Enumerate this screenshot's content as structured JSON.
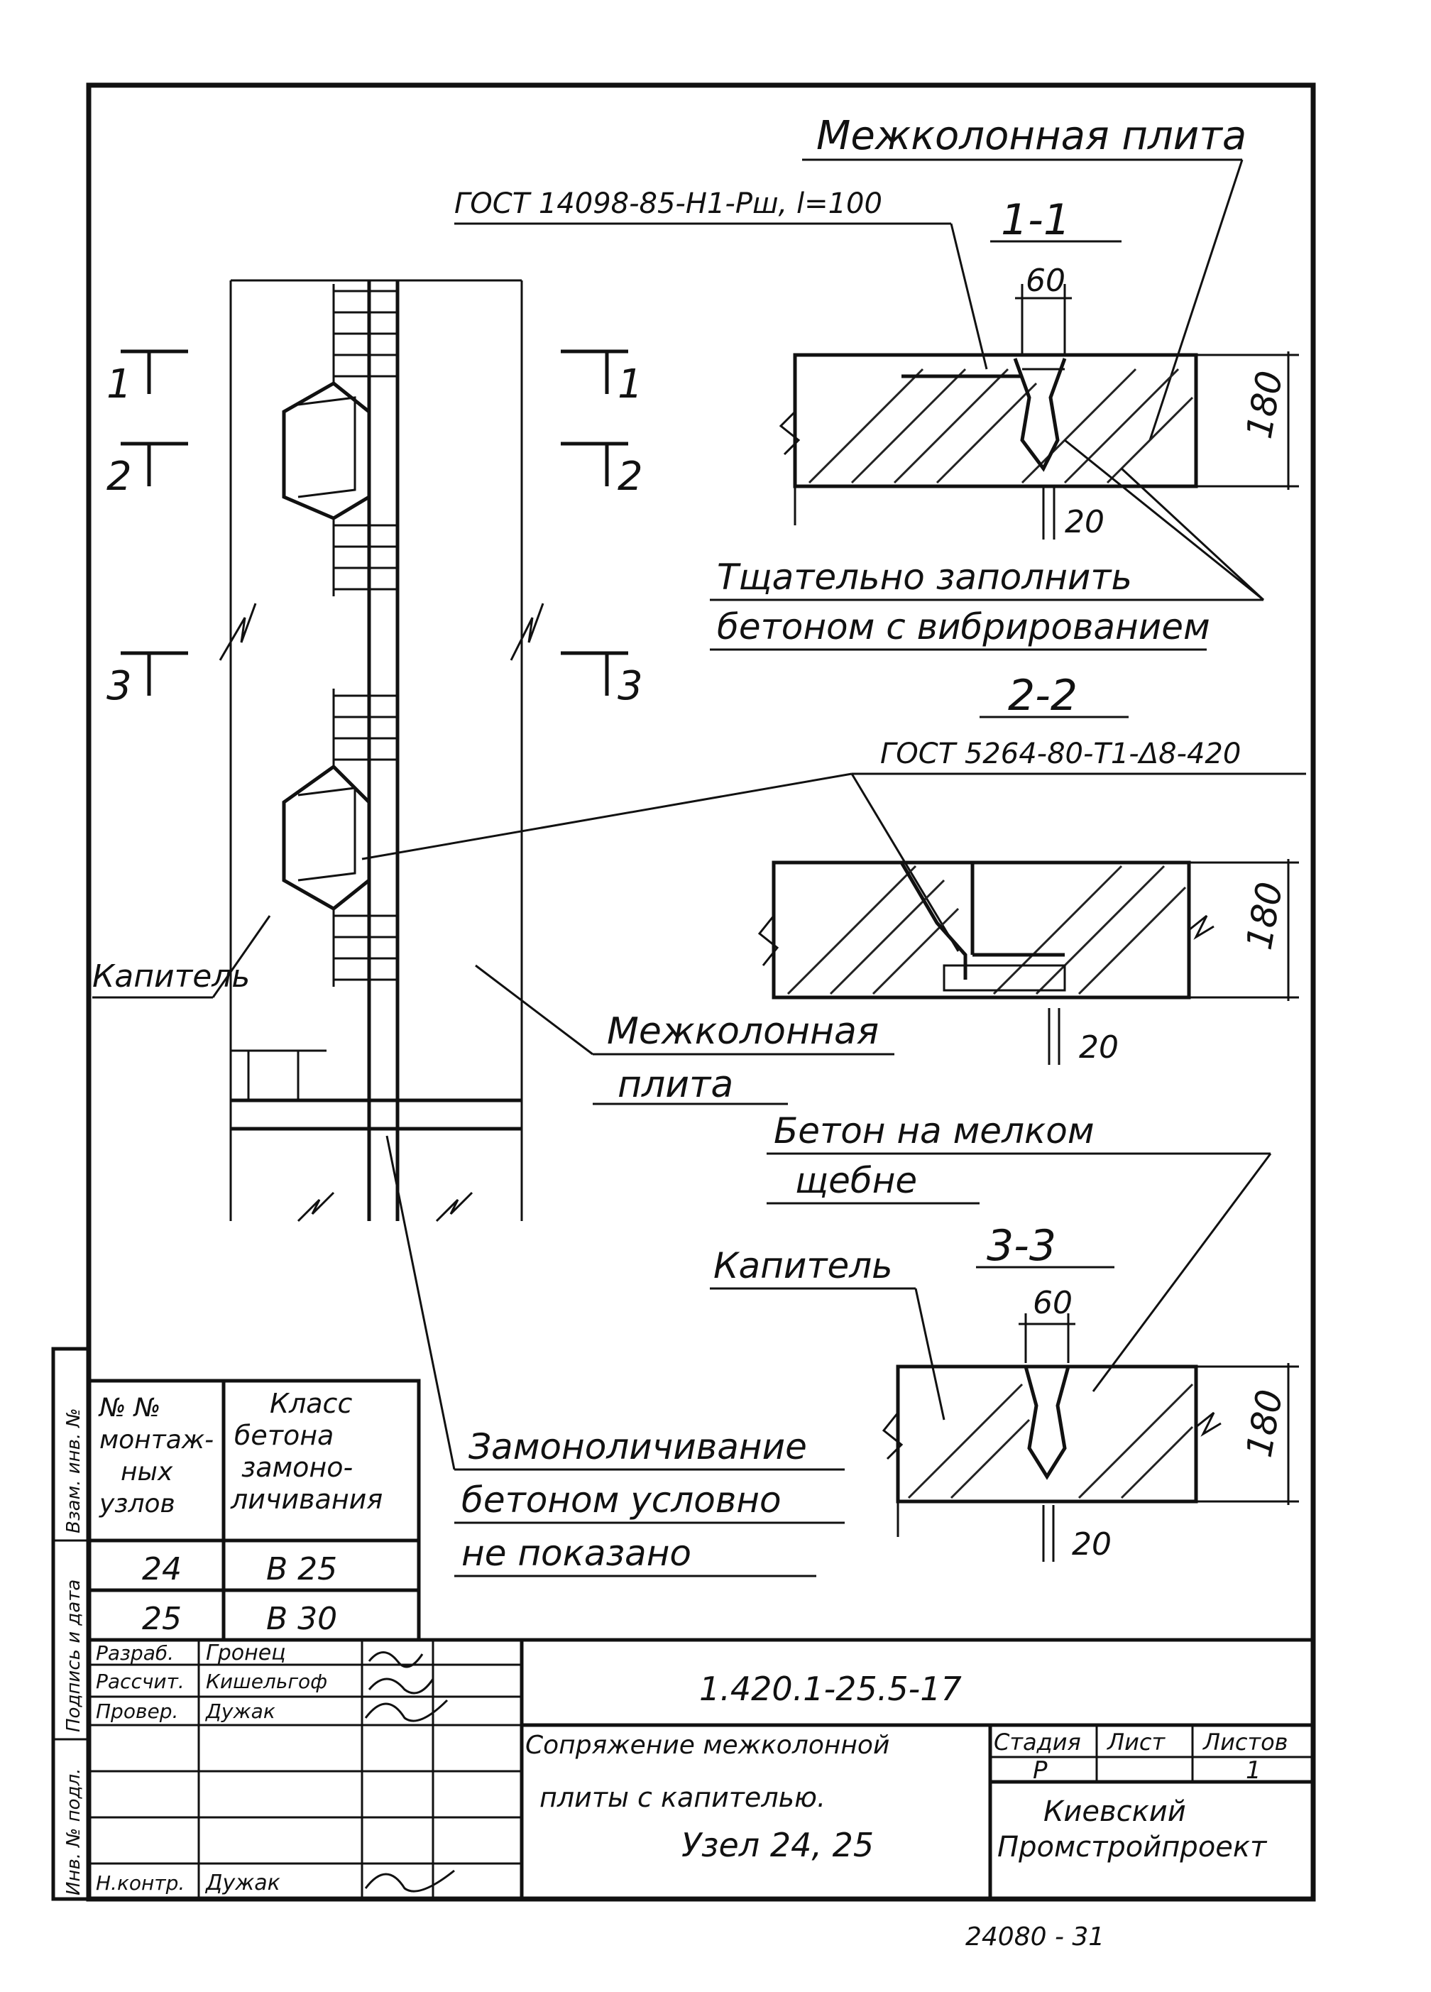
{
  "drawing": {
    "callouts": {
      "plate_1": "Межколонная плита",
      "gost_mesh": "ГОСТ 14098-85-Н1-Рш, l=100",
      "fill_note_1": "Тщательно заполнить",
      "fill_note_2": "бетоном с вибрированием",
      "gost_weld": "ГОСТ 5264-80-Т1-Δ8-420",
      "capital_left": "Капитель",
      "plate_2a": "Межколонная",
      "plate_2b": "плита",
      "concrete_1": "Бетон на мелком",
      "concrete_2": "щебне",
      "capital_3": "Капитель",
      "monolith_1": "Замоноличивание",
      "monolith_2": "бетоном условно",
      "monolith_3": "не показано"
    },
    "section_titles": [
      "1-1",
      "2-2",
      "3-3"
    ],
    "section_marks": [
      "1",
      "2",
      "3"
    ],
    "dims": {
      "d60a": "60",
      "d60b": "60",
      "d180a": "180",
      "d180b": "180",
      "d180c": "180",
      "d20a": "20",
      "d20b": "20",
      "d20c": "20"
    }
  },
  "table": {
    "header_col1": [
      "№ №",
      "монтаж-",
      "ных",
      "узлов"
    ],
    "header_col2": [
      "Класс",
      "бетона",
      "замоно-",
      "личивания"
    ],
    "rows": [
      {
        "node": "24",
        "class": "В 25"
      },
      {
        "node": "25",
        "class": "В 30"
      }
    ]
  },
  "side_stamp": [
    "Взам. инв. №",
    "Подпись и дата",
    "Инв. № подл."
  ],
  "title_block": {
    "doc_number": "1.420.1-25.5-17",
    "roles": [
      {
        "role": "Разраб.",
        "name": "Гронец"
      },
      {
        "role": "Рассчит.",
        "name": "Кишельгоф"
      },
      {
        "role": "Провер.",
        "name": "Дужак"
      },
      {
        "role": "Н.контр.",
        "name": "Дужак"
      }
    ],
    "title_lines": [
      "Сопряжение межколонной",
      "плиты с капителью.",
      "Узел 24, 25"
    ],
    "stage_label": "Стадия",
    "sheet_label": "Лист",
    "sheets_label": "Листов",
    "stage": "Р",
    "sheet": "",
    "sheets": "1",
    "org_lines": [
      "Киевский",
      "Промстройпроект"
    ],
    "footer_number": "24080 - 31"
  }
}
